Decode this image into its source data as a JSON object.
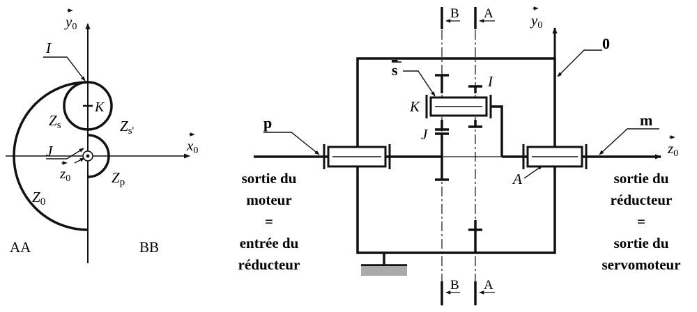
{
  "left_view": {
    "axis_y": "y",
    "axis_x": "x",
    "axis_z": "z",
    "axis_sub": "0",
    "point_I": "I",
    "point_K": "K",
    "point_J": "J",
    "circle_Zs_main": "Z",
    "circle_Zs_sub": "s",
    "circle_Zsp_main": "Z",
    "circle_Zsp_sub": "s'",
    "circle_Zp_main": "Z",
    "circle_Zp_sub": "p",
    "circle_Z0_main": "Z",
    "circle_Z0_sub": "0",
    "region_left": "AA",
    "region_right": "BB"
  },
  "right_view": {
    "axis_y": "y",
    "axis_z": "z",
    "axis_sub": "0",
    "frame_label": "0",
    "shaft_p": "p",
    "shaft_m": "m",
    "satellite_s": "s",
    "point_K": "K",
    "point_I": "I",
    "point_J": "J",
    "point_A": "A",
    "section_A": "A",
    "section_B": "B",
    "left_caption": [
      "sortie du",
      "moteur",
      "=",
      "entrée du",
      "réducteur"
    ],
    "right_caption": [
      "sortie du",
      "réducteur",
      "=",
      "sortie du",
      "servomoteur"
    ]
  },
  "colors": {
    "ink": "#111111",
    "ground": "#aaaaaa",
    "background": "#ffffff"
  }
}
